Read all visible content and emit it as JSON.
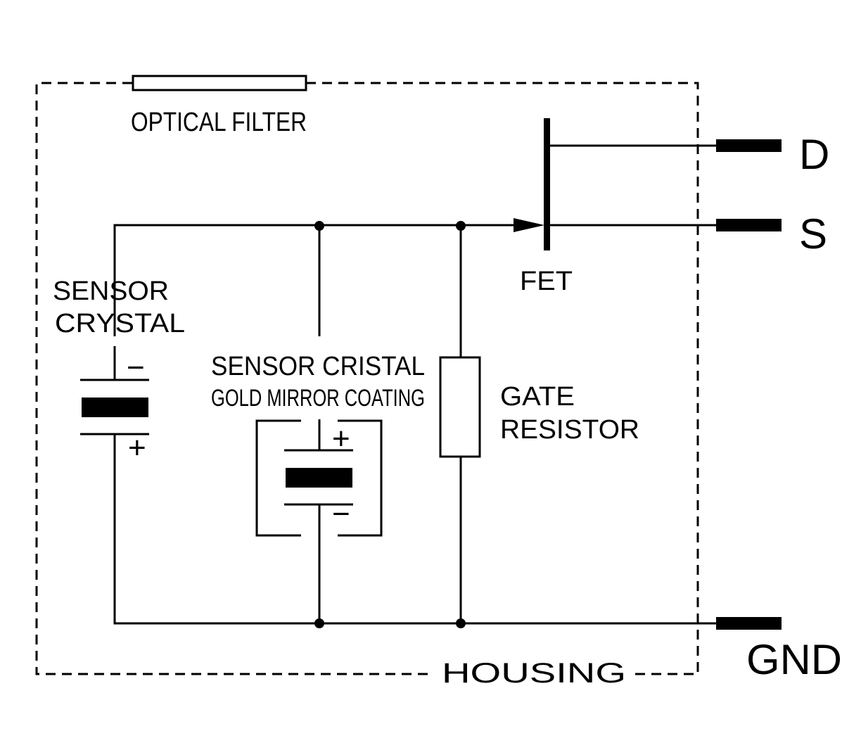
{
  "labels": {
    "optical_filter": "OPTICAL FILTER",
    "fet": "FET",
    "sensor_crystal_line1": "SENSOR",
    "sensor_crystal_line2": "CRYSTAL",
    "cristal_line1": "SENSOR CRISTAL",
    "cristal_line2": "GOLD MIRROR COATING",
    "gate_line1": "GATE",
    "gate_line2": "RESISTOR",
    "housing": "HOUSING",
    "terminal_d": "D",
    "terminal_s": "S",
    "terminal_gnd": "GND",
    "minus": "−",
    "plus": "+"
  },
  "colors": {
    "ink": "#000000",
    "paper": "#ffffff"
  }
}
